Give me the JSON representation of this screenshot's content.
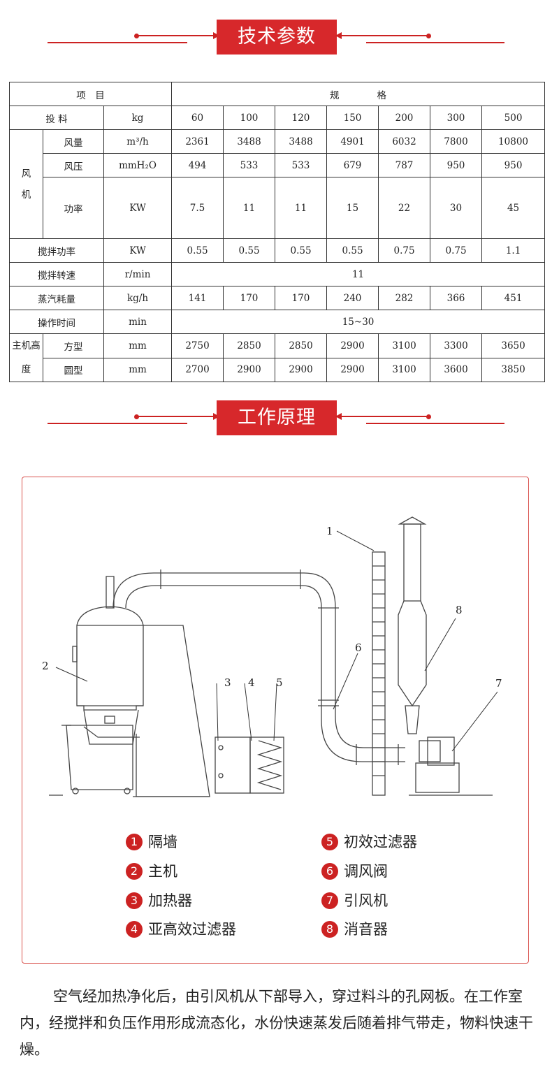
{
  "sections": {
    "tech_params_title": "技术参数",
    "principle_title": "工作原理"
  },
  "table": {
    "header_item": "项　目",
    "header_spec": "规　　　　格",
    "rows": {
      "feed": {
        "label": "投 料",
        "unit": "kg",
        "values": [
          "60",
          "100",
          "120",
          "150",
          "200",
          "300",
          "500"
        ]
      },
      "fan_group_label": "风\n机",
      "fan_volume": {
        "label": "风量",
        "unit": "m³/h",
        "values": [
          "2361",
          "3488",
          "3488",
          "4901",
          "6032",
          "7800",
          "10800"
        ]
      },
      "fan_pressure": {
        "label": "风压",
        "unit": "mmH₂O",
        "values": [
          "494",
          "533",
          "533",
          "679",
          "787",
          "950",
          "950"
        ]
      },
      "fan_power": {
        "label": "功率",
        "unit": "KW",
        "values": [
          "7.5",
          "11",
          "11",
          "15",
          "22",
          "30",
          "45"
        ]
      },
      "stir_power": {
        "label": "搅拌功率",
        "unit": "KW",
        "values": [
          "0.55",
          "0.55",
          "0.55",
          "0.55",
          "0.75",
          "0.75",
          "1.1"
        ]
      },
      "stir_speed": {
        "label": "搅拌转速",
        "unit": "r/min",
        "value": "11"
      },
      "steam": {
        "label": "蒸汽耗量",
        "unit": "kg/h",
        "values": [
          "141",
          "170",
          "170",
          "240",
          "282",
          "366",
          "451"
        ]
      },
      "op_time": {
        "label": "操作时间",
        "unit": "min",
        "value": "15~30"
      },
      "height_group_label_1": "主机高",
      "height_group_label_2": "度",
      "height_square": {
        "label": "方型",
        "unit": "mm",
        "values": [
          "2750",
          "2850",
          "2850",
          "2900",
          "3100",
          "3300",
          "3650"
        ]
      },
      "height_round": {
        "label": "圆型",
        "unit": "mm",
        "values": [
          "2700",
          "2900",
          "2900",
          "2900",
          "3100",
          "3600",
          "3850"
        ]
      }
    }
  },
  "diagram": {
    "callouts": [
      "1",
      "2",
      "3",
      "4",
      "5",
      "6",
      "7",
      "8"
    ]
  },
  "legend": [
    {
      "num": "1",
      "label": "隔墙"
    },
    {
      "num": "2",
      "label": "主机"
    },
    {
      "num": "3",
      "label": "加热器"
    },
    {
      "num": "4",
      "label": "亚高效过滤器"
    },
    {
      "num": "5",
      "label": "初效过滤器"
    },
    {
      "num": "6",
      "label": "调风阀"
    },
    {
      "num": "7",
      "label": "引风机"
    },
    {
      "num": "8",
      "label": "消音器"
    }
  ],
  "description": "空气经加热净化后，由引风机从下部导入，穿过料斗的孔网板。在工作室内，经搅拌和负压作用形成流态化，水份快速蒸发后随着排气带走，物料快速干燥。",
  "colors": {
    "accent": "#d7282b",
    "box_border": "#d9534f"
  }
}
